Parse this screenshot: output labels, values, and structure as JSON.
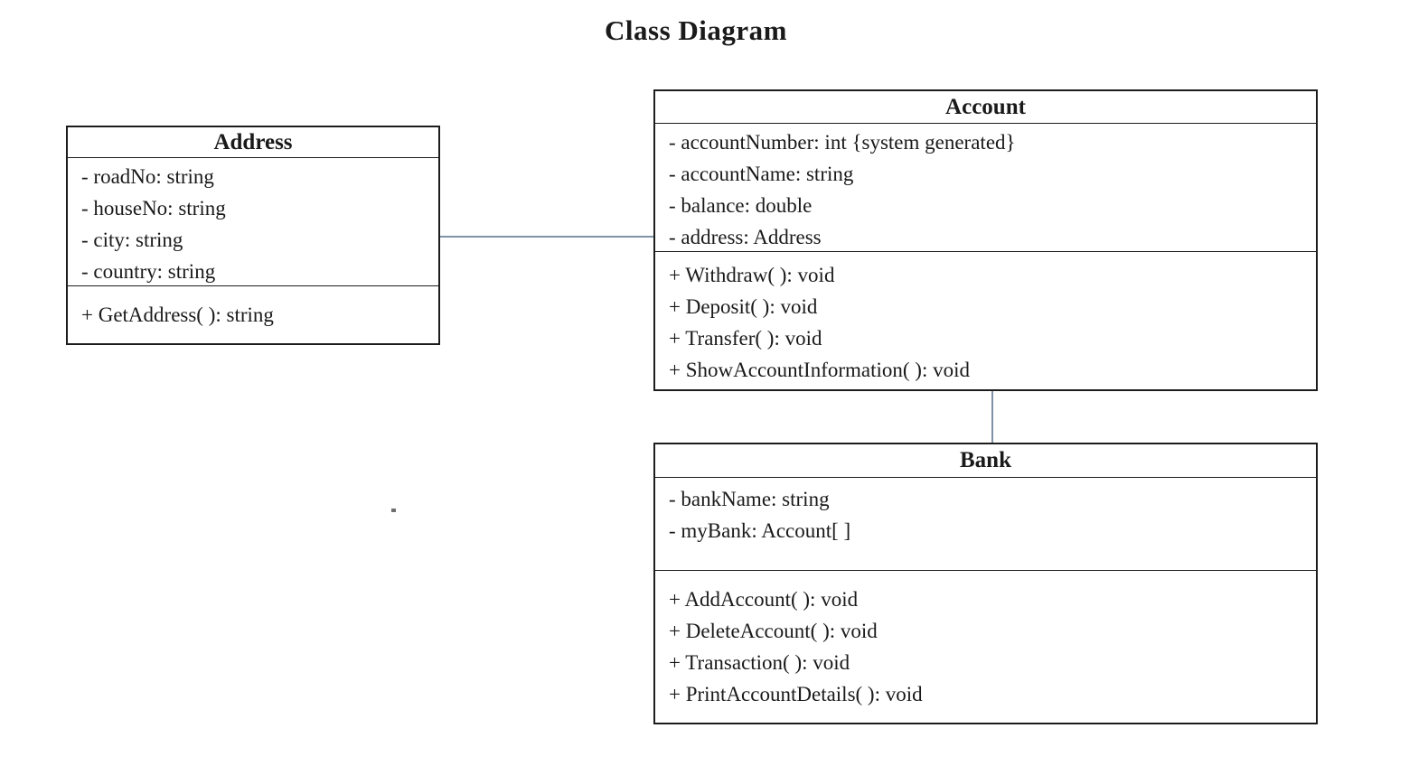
{
  "title": "Class Diagram",
  "colors": {
    "background": "#ffffff",
    "text": "#1a1a1a",
    "border": "#1c1c1c",
    "connector": "#7e93a8",
    "dot": "#4a4a4a"
  },
  "classes": [
    {
      "name": "Address",
      "attributes": [
        "- roadNo: string",
        "- houseNo: string",
        "- city: string",
        "- country: string"
      ],
      "methods": [
        "+ GetAddress( ): string"
      ]
    },
    {
      "name": "Account",
      "attributes": [
        "- accountNumber: int {system generated}",
        "- accountName: string",
        "- balance: double",
        "- address: Address"
      ],
      "methods": [
        "+ Withdraw( ): void",
        "+ Deposit( ): void",
        "+ Transfer( ): void",
        "+ ShowAccountInformation( ): void"
      ]
    },
    {
      "name": "Bank",
      "attributes": [
        "- bankName: string",
        "- myBank: Account[ ]"
      ],
      "methods": [
        "+ AddAccount( ): void",
        "+ DeleteAccount( ): void",
        "+ Transaction( ): void",
        "+ PrintAccountDetails( ): void"
      ]
    }
  ],
  "relationships": [
    {
      "from": "Address",
      "to": "Account",
      "type": "association",
      "orientation": "horizontal"
    },
    {
      "from": "Account",
      "to": "Bank",
      "type": "association",
      "orientation": "vertical"
    }
  ]
}
